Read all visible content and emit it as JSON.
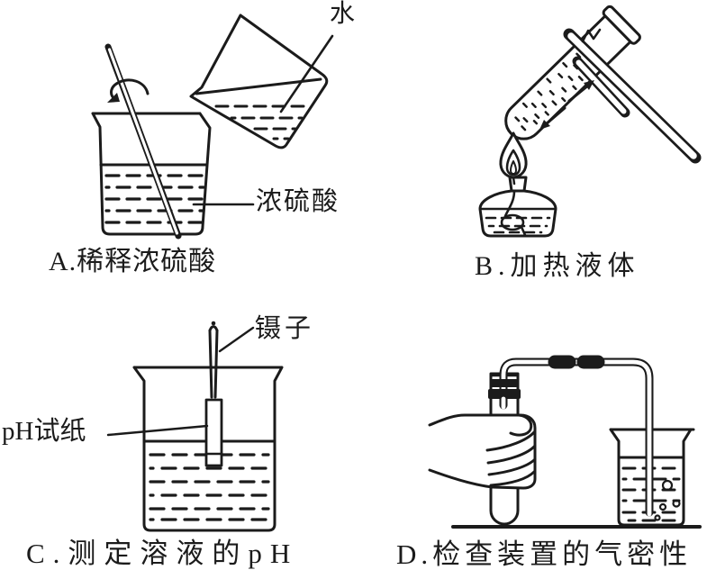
{
  "colors": {
    "ink": "#1b1b1b",
    "paper": "#ffffff"
  },
  "panels": {
    "a": {
      "caption": "A.稀释浓硫酸",
      "water_label": "水",
      "acid_label": "浓硫酸"
    },
    "b": {
      "caption": "B.加热液体"
    },
    "c": {
      "caption": "C.测定溶液的pH",
      "tweezers_label": "镊子",
      "ph_paper_label": "pH试纸"
    },
    "d": {
      "caption": "D.检查装置的气密性"
    }
  }
}
